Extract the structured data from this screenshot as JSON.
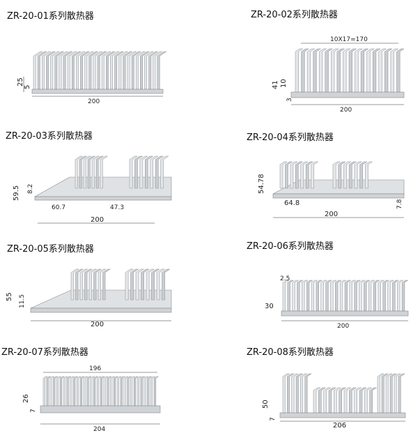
{
  "items": [
    {
      "title": "ZR-20-01系列散热器",
      "dims": [
        "25",
        "5",
        "200"
      ]
    },
    {
      "title": "ZR-20-02系列散热器",
      "dims": [
        "10X17=170",
        "41",
        "10",
        "3",
        "200"
      ]
    },
    {
      "title": "ZR-20-03系列散热器",
      "dims": [
        "59.5",
        "8.2",
        "60.7",
        "47.3",
        "200"
      ]
    },
    {
      "title": "ZR-20-04系列散热器",
      "dims": [
        "54.78",
        "64.8",
        "7.8",
        "200"
      ]
    },
    {
      "title": "ZR-20-05系列散热器",
      "dims": [
        "55",
        "11.5",
        "200"
      ]
    },
    {
      "title": "ZR-20-06系列散热器",
      "dims": [
        "2.5",
        "30",
        "200"
      ]
    },
    {
      "title": "ZR-20-07系列散热器",
      "dims": [
        "196",
        "26",
        "7",
        "204"
      ]
    },
    {
      "title": "ZR-20-08系列散热器",
      "dims": [
        "50",
        "7",
        "206"
      ]
    }
  ]
}
